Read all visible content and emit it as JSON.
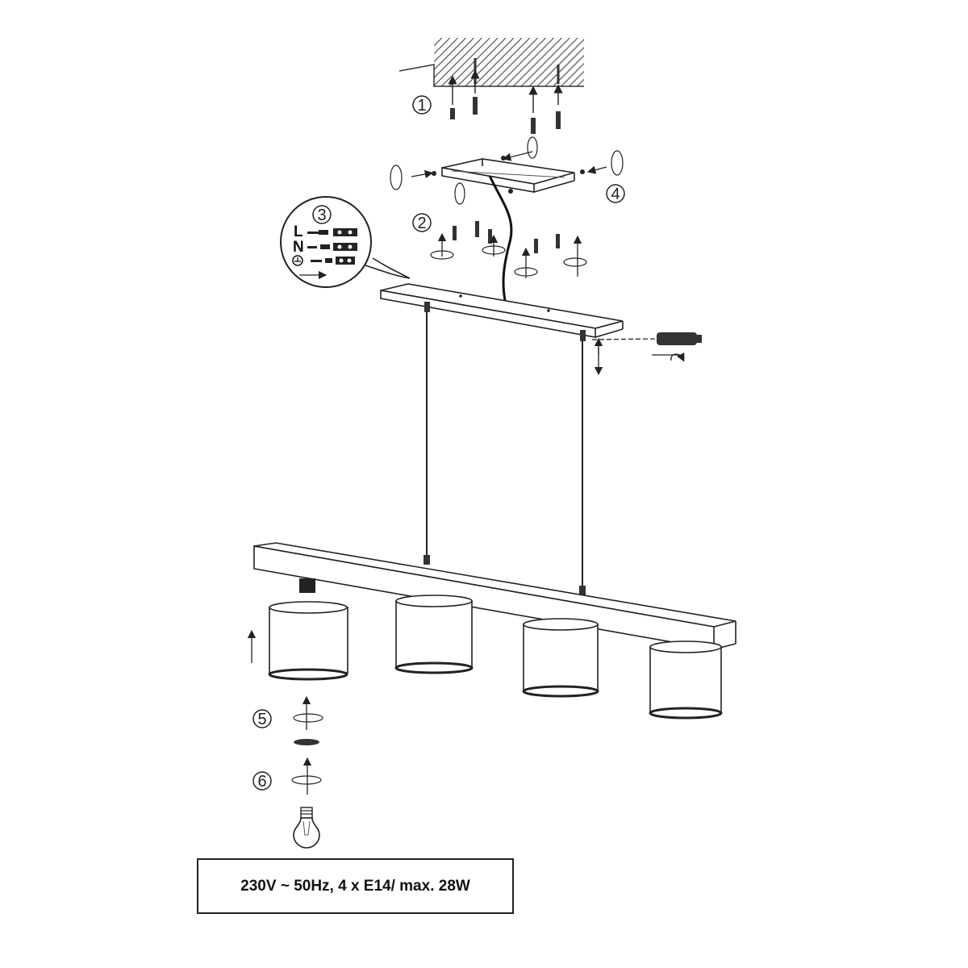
{
  "steps": [
    "1",
    "2",
    "3",
    "4",
    "5",
    "6"
  ],
  "wiring": {
    "live": "L",
    "neutral": "N"
  },
  "spec": {
    "text": "230V ~ 50Hz, 4 x E14/ max. 28W"
  },
  "icons": {
    "earth": "earth-ground-icon",
    "tool": "screwdriver-icon",
    "bulb": "light-bulb-icon"
  }
}
